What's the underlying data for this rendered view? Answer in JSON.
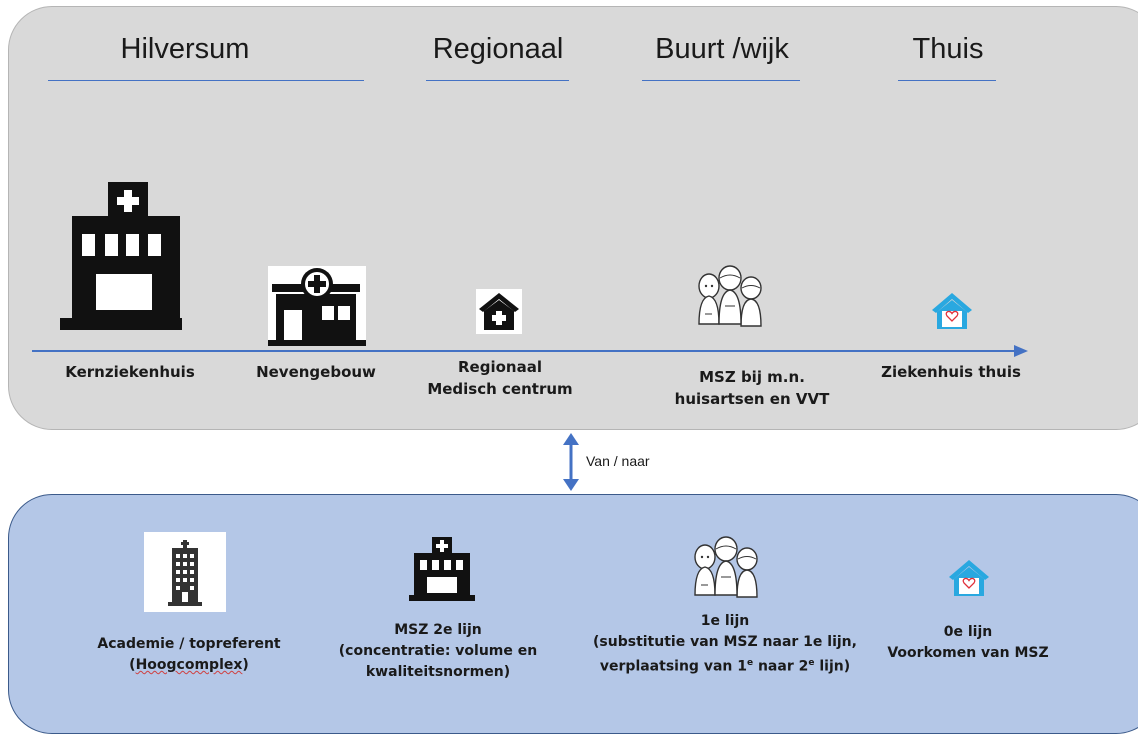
{
  "top": {
    "headings": {
      "hilversum": "Hilversum",
      "regionaal": "Regionaal",
      "buurt": "Buurt /wijk",
      "thuis": "Thuis"
    },
    "labels": {
      "kern": "Kernziekenhuis",
      "neven": "Nevengebouw",
      "regio_1": "Regionaal",
      "regio_2": "Medisch centrum",
      "msz_1": "MSZ bij m.n.",
      "msz_2": "huisartsen en VVT",
      "thuis": "Ziekenhuis thuis"
    }
  },
  "connector": {
    "label": "Van / naar"
  },
  "bottom": {
    "academie_1": "Academie / topreferent",
    "academie_2_pre": "(",
    "academie_2_word": "Hoogcomplex",
    "academie_2_post": ")",
    "msz2_1": "MSZ 2e lijn",
    "msz2_2": "(concentratie: volume en",
    "msz2_3": "kwaliteitsnormen)",
    "eerste_1": "1e lijn",
    "eerste_2": "(substitutie van MSZ naar 1e lijn,",
    "eerste_3a": "verplaatsing van 1",
    "eerste_3b": "e",
    "eerste_3c": " naar 2",
    "eerste_3d": "e",
    "eerste_3e": " lijn)",
    "nul_1": "0e lijn",
    "nul_2": "Voorkomen van MSZ"
  },
  "colors": {
    "top_panel": "#d9d9d9",
    "bottom_panel": "#b4c7e7",
    "accent_blue": "#4472c4",
    "house_blue": "#29a8e0",
    "heart_red": "#e0303a"
  },
  "icons": {
    "kern": "hospital-building-icon",
    "neven": "hospital-annex-icon",
    "regio": "medical-house-icon",
    "msz": "healthcare-workers-icon",
    "thuis": "home-heart-icon",
    "academie": "high-rise-hospital-icon",
    "msz2": "hospital-icon",
    "eerste": "healthcare-workers-icon",
    "nul": "home-heart-icon"
  }
}
